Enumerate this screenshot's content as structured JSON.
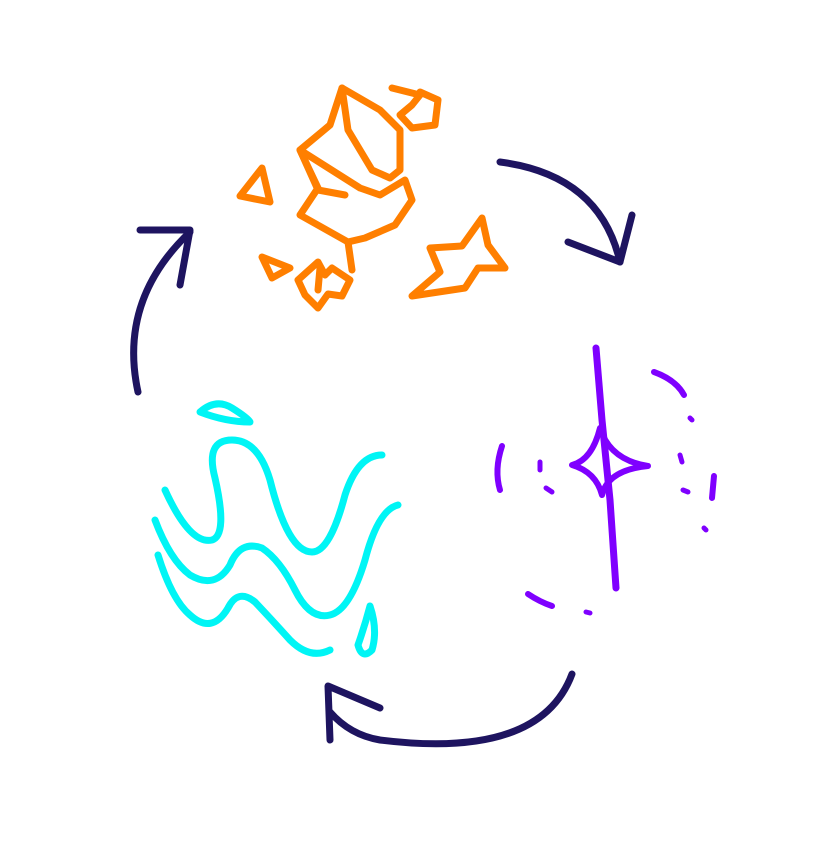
{
  "diagram": {
    "kind": "cycle",
    "colors": {
      "arrow": "#1e1460",
      "crystals": "#ff7f00",
      "spark": "#7f00ff",
      "water": "#00f5f5",
      "background": "#ffffff"
    },
    "stages": [
      {
        "id": "crystals",
        "icon": "orange-crystals-icon"
      },
      {
        "id": "spark",
        "icon": "purple-spark-icon"
      },
      {
        "id": "water",
        "icon": "cyan-water-waves-icon"
      }
    ],
    "arrows": [
      {
        "from": "crystals",
        "to": "spark",
        "icon": "curved-arrow-icon"
      },
      {
        "from": "spark",
        "to": "water",
        "icon": "curved-arrow-icon"
      },
      {
        "from": "water",
        "to": "crystals",
        "icon": "curved-arrow-icon"
      }
    ]
  }
}
